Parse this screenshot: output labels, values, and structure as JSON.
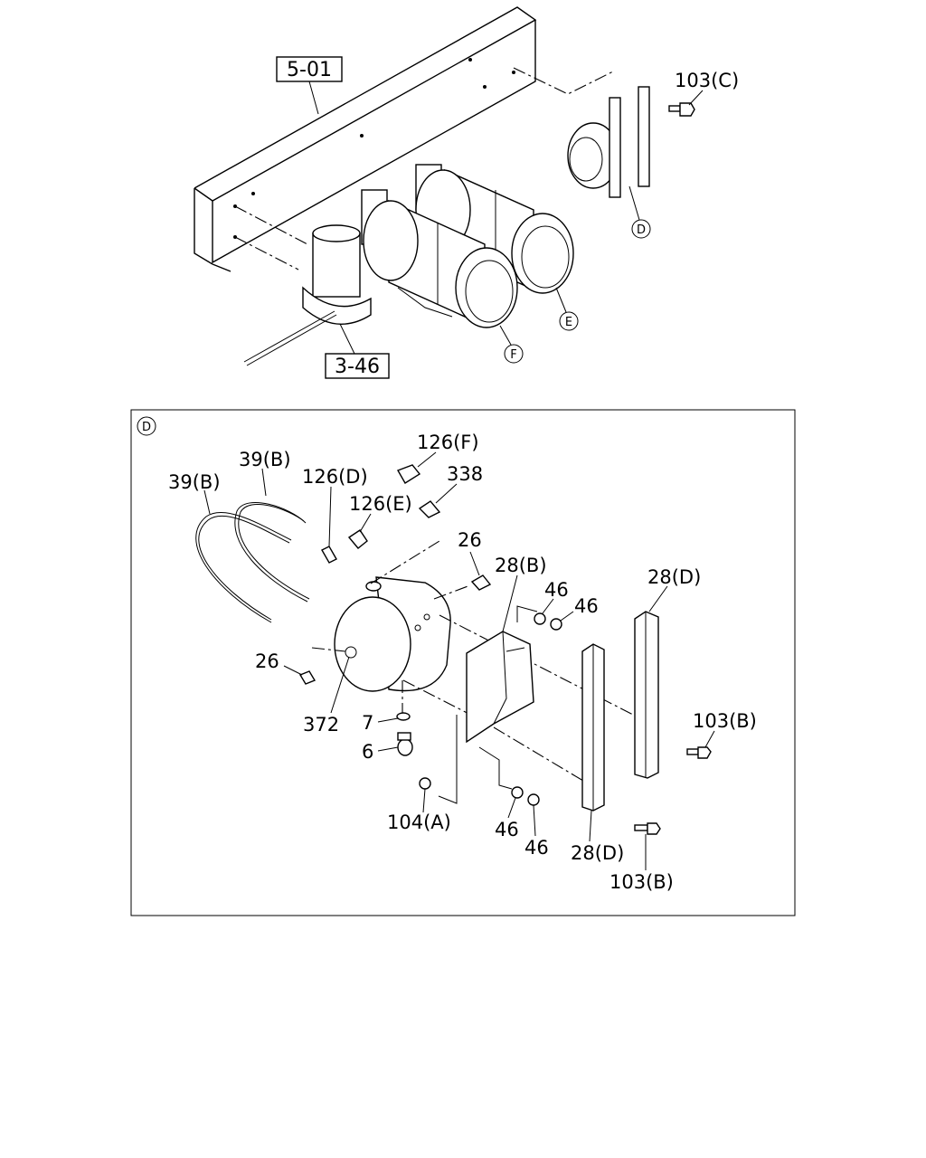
{
  "overview": {
    "ref_frame": "5-01",
    "ref_dryer": "3-46",
    "bolt_c": "103(C)",
    "callout_d": "D",
    "callout_e": "E",
    "callout_f": "F"
  },
  "detail": {
    "view_letter": "D",
    "labels": {
      "pipe_b_outer": "39(B)",
      "pipe_b_inner": "39(B)",
      "conn_d": "126(D)",
      "conn_e": "126(E)",
      "conn_f": "126(F)",
      "part_338": "338",
      "plug_26_top": "26",
      "plug_26_left": "26",
      "bracket_b": "28(B)",
      "nut_46_a": "46",
      "nut_46_b": "46",
      "nut_46_c": "46",
      "nut_46_d": "46",
      "channel_d_top": "28(D)",
      "channel_d_bottom": "28(D)",
      "bolt_b_right": "103(B)",
      "bolt_b_bottom": "103(B)",
      "tank": "372",
      "washer_7": "7",
      "valve_6": "6",
      "washer_104a": "104(A)"
    }
  }
}
